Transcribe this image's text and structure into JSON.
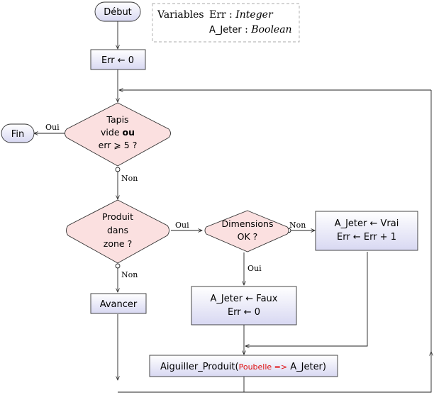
{
  "variables": {
    "heading": "Variables",
    "line1_name": "Err",
    "line1_sep": " : ",
    "line1_type": "Integer",
    "line2_name": "A_Jeter",
    "line2_sep": " : ",
    "line2_type": "Boolean"
  },
  "nodes": {
    "start": "Début",
    "end": "Fin",
    "init_err": "Err ← 0",
    "cond_empty": {
      "line1": "Tapis",
      "line2_a": "vide ",
      "line2_b": "ou",
      "line3": "err ⩾ 5 ?"
    },
    "cond_zone": {
      "line1": "Produit",
      "line2": "dans",
      "line3": "zone ?"
    },
    "cond_dim": {
      "line1": "Dimensions",
      "line2": "OK ?"
    },
    "set_true": {
      "line1": "A_Jeter ← Vrai",
      "line2": "Err ← Err + 1"
    },
    "set_false": {
      "line1": "A_Jeter ← Faux",
      "line2": "Err ← 0"
    },
    "advance": "Avancer",
    "route": {
      "prefix": "Aiguiller_Produit(",
      "red": "Poubelle =>",
      "suffix": " A_Jeter)"
    }
  },
  "edge_labels": {
    "oui_end": "Oui",
    "non_empty": "Non",
    "oui_zone": "Oui",
    "non_zone": "Non",
    "non_dim": "Non",
    "oui_dim": "Oui"
  },
  "colors": {
    "diamond_fill": "#fbe0e0",
    "box_fill_top": "#ffffff",
    "box_fill_bottom": "#dcdcf4",
    "accent_red": "#e01010"
  }
}
